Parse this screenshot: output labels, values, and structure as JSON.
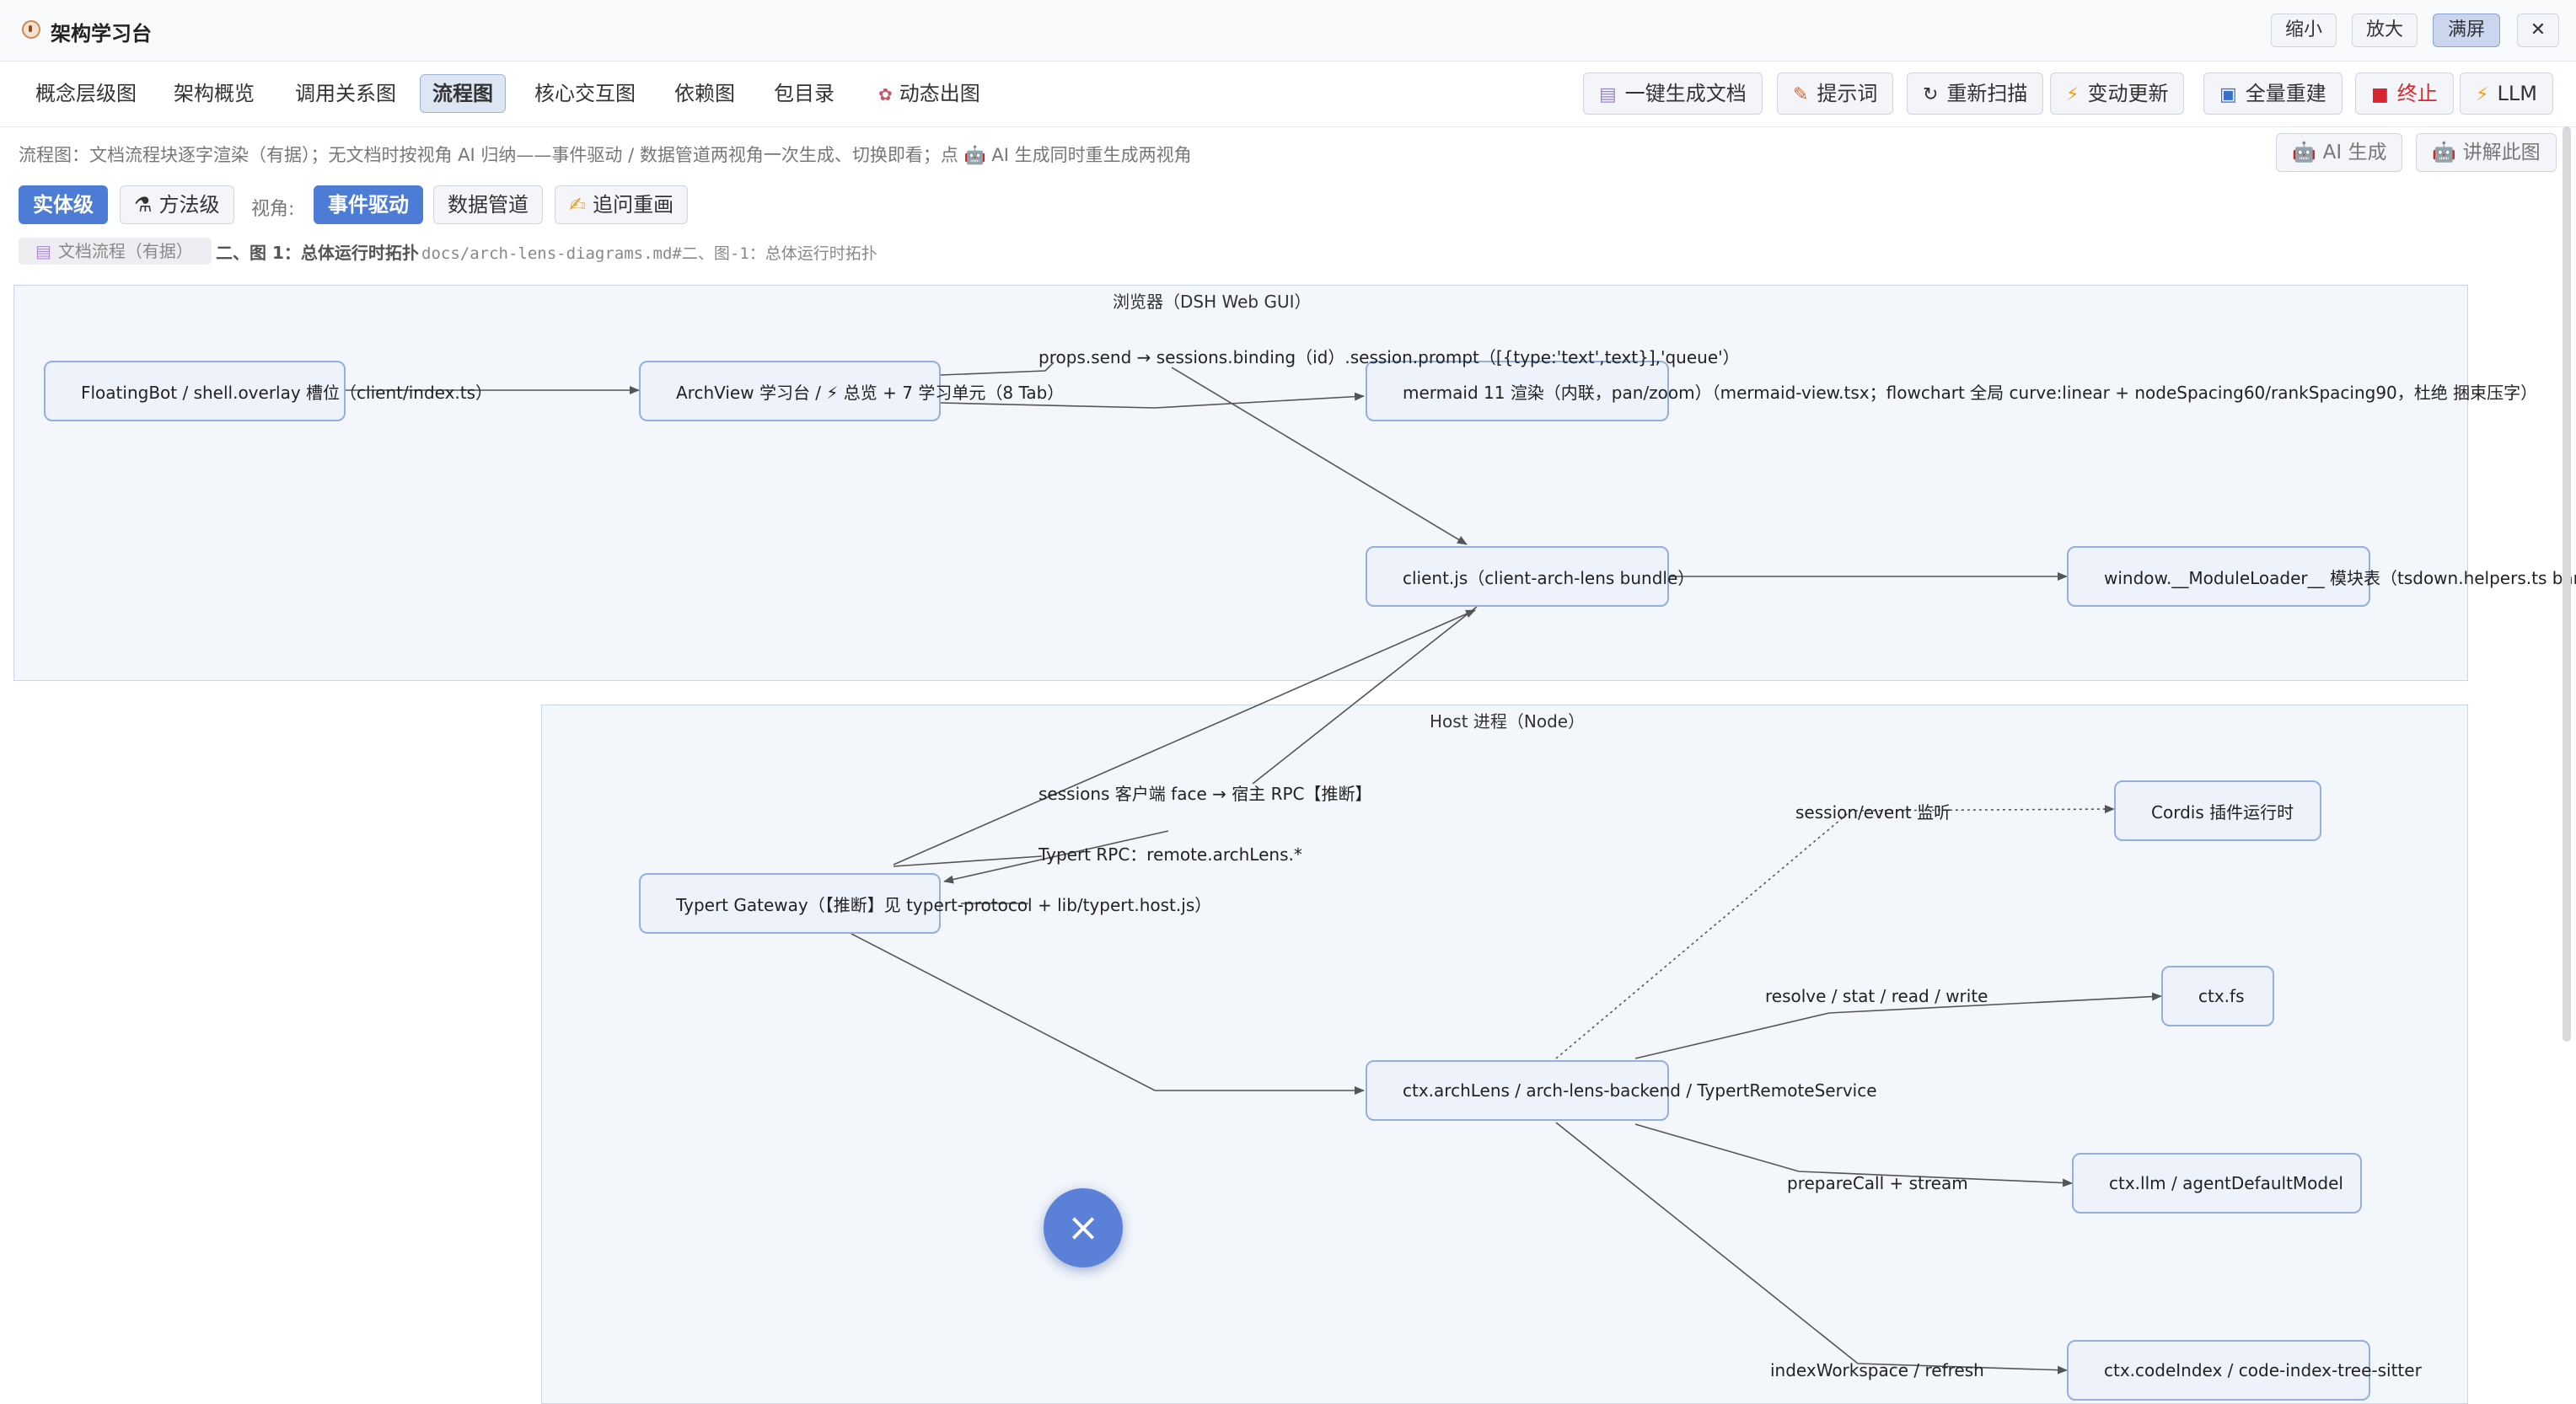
{
  "window": {
    "title": "架构学习台",
    "controls": {
      "zoom_out": "缩小",
      "zoom_in": "放大",
      "fullscreen": "满屏",
      "close": "✕"
    }
  },
  "tabs": [
    {
      "label": "概念层级图",
      "active": false
    },
    {
      "label": "架构概览",
      "active": false
    },
    {
      "label": "调用关系图",
      "active": false
    },
    {
      "label": "流程图",
      "active": true
    },
    {
      "label": "核心交互图",
      "active": false
    },
    {
      "label": "依赖图",
      "active": false
    },
    {
      "label": "包目录",
      "active": false
    },
    {
      "label": "动态出图",
      "active": false,
      "icon": "brain-icon"
    }
  ],
  "toolbar": {
    "generate_docs": "一键生成文档",
    "prompt": "提示词",
    "rescan": "重新扫描",
    "change_update": "变动更新",
    "full_rebuild": "全量重建",
    "stop": "终止",
    "llm": "LLM"
  },
  "hint": "流程图：文档流程块逐字渲染（有据）；无文档时按视角 AI 归纳——事件驱动 / 数据管道两视角一次生成、切换即看；点 🤖 AI 生成同时重生成两视角",
  "ai_actions": {
    "ai_generate": "AI 生成",
    "explain": "讲解此图"
  },
  "level": {
    "entity": "实体级",
    "method": "方法级"
  },
  "perspective": {
    "label": "视角:",
    "event_driven": "事件驱动",
    "data_pipeline": "数据管道",
    "redraw": "追问重画"
  },
  "doc": {
    "tag": "文档流程（有据）",
    "title": "二、图 1：总体运行时拓扑",
    "path": "docs/arch-lens-diagrams.md#二、图-1：总体运行时拓扑"
  },
  "diagram": {
    "clusters": {
      "browser": "浏览器（DSH Web GUI）",
      "host": "Host 进程（Node）"
    },
    "nodes": {
      "floatingbot": "FloatingBot / shell.overlay 槽位（client/index.ts）",
      "archview": "ArchView 学习台 / ⚡ 总览 + 7 学习单元（8 Tab）",
      "mermaid": "mermaid 11 渲染（内联，pan/zoom）（mermaid-view.tsx；flowchart 全局 curve:linear + nodeSpacing60/rankSpacing90，杜绝 捆束压字）",
      "clientjs": "client.js（client-arch-lens bundle）",
      "moduleloader": "window.__ModuleLoader__ 模块表（tsdown.helpers.ts bann",
      "gateway": "Typert Gateway（【推断】见 typert-protocol + lib/typert.host.js）",
      "cordis": "Cordis 插件运行时",
      "ctxfs": "ctx.fs",
      "archlens": "ctx.archLens / arch-lens-backend / TypertRemoteService",
      "llm": "ctx.llm / agentDefaultModel",
      "codeindex": "ctx.codeIndex / code-index-tree-sitter"
    },
    "edges": {
      "props_send": "props.send → sessions.binding（id）.session.prompt（[{type:'text',text}],'queue'）",
      "sessions_face": "sessions 客户端 face → 宿主 RPC【推断】",
      "typert_rpc": "Typert RPC：remote.archLens.*",
      "session_event": "session/event 监听",
      "resolve": "resolve / stat / read / write",
      "prepare": "prepareCall + stream",
      "index_ws": "indexWorkspace / refresh"
    }
  },
  "fab": {
    "close": "×"
  }
}
